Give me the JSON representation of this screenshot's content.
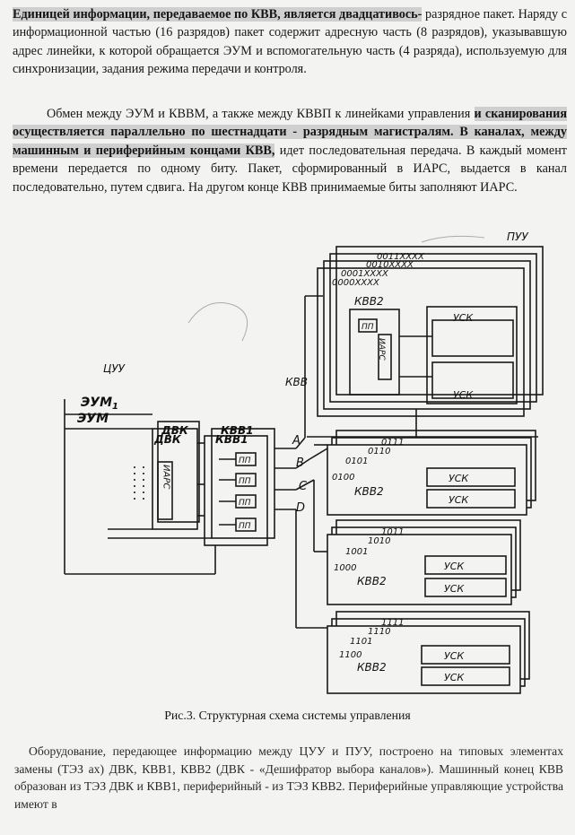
{
  "page": {
    "p1": {
      "highlighted": "Единицей информации, передаваемое по КВВ, является двадцативось-",
      "rest": "разрядное пакет. Наряду с информационной частью (16 разрядов) пакет содержит адресную часть (8 разрядов), указывавшую адрес линейки, к которой обращается ЭУМ и вспомогательную часть (4 разряда), используемую для синхронизации, задания режима передачи и контроля."
    },
    "p2": {
      "lead": "Обмен между ЭУМ и КВВМ, а также между КВВП к линейками управления",
      "highlighted": "и сканирования осуществляется параллельно по шестнадцати - разрядным магистралям. В каналах, между машинным и периферийным концами КВВ,",
      "rest": " идет последовательная передача. В каждый момент времени передается по одному биту. Пакет, сформированный в ИАРС, выдается в канал последовательно, путем сдвига. На другом конце КВВ принимаемые биты заполняют ИАРС."
    },
    "diagram": {
      "cuu": "ЦУУ",
      "puu": "ПУУ",
      "evm1": "ЭУМ",
      "evm1_sub": "1",
      "evm2": "ЭУМ",
      "kvv": "КВВ",
      "dvk": "ДВК",
      "kvv1": "КВВ1",
      "kvv2": "КВВ2",
      "iars": "ИАРС",
      "pp": "ПП",
      "usk": "УСК",
      "channels": [
        "A",
        "B",
        "C",
        "D"
      ],
      "group0": [
        "0011XXXX",
        "0010XXXX",
        "0001XXXX",
        "0000XXXX"
      ],
      "group1": [
        "0111",
        "0110",
        "0101",
        "0100"
      ],
      "group2": [
        "1011",
        "1010",
        "1001",
        "1000"
      ],
      "group3": [
        "1111",
        "1110",
        "1101",
        "1100"
      ]
    },
    "caption": "Рис.3. Структурная схема системы управления",
    "p3": "Оборудование, передающее информацию между ЦУУ и ПУУ, построено на типовых элементах замены (ТЭЗ ах) ДВК, КВВ1, КВВ2 (ДВК - «Дешифратор выбора каналов»). Машинный конец КВВ образован из ТЭЗ ДВК и КВВ1, периферийный - из ТЭЗ КВВ2. Периферийные управляющие устройства имеют в"
  }
}
